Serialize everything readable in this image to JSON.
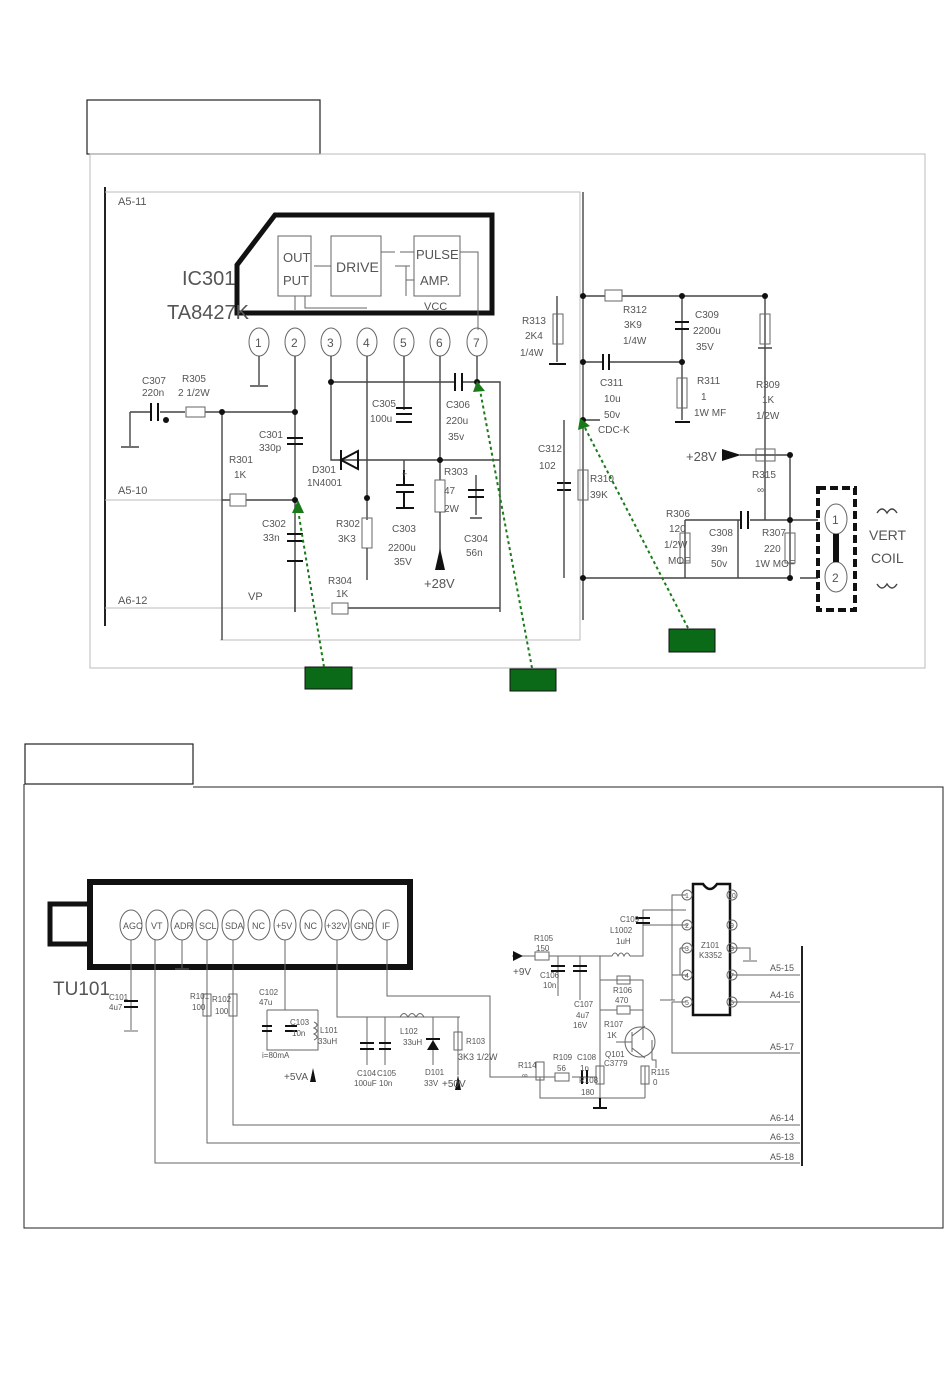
{
  "vertical": {
    "ic": {
      "ref": "IC301",
      "part": "TA8427K",
      "blocks": [
        "OUT",
        "PUT",
        "DRIVE",
        "PULSE",
        "AMP.",
        "VCC"
      ],
      "pins": [
        "1",
        "2",
        "3",
        "4",
        "5",
        "6",
        "7"
      ]
    },
    "nets": [
      "A5-11",
      "A5-10",
      "A6-12",
      "VP"
    ],
    "components": [
      {
        "ref": "C307",
        "value": "220n"
      },
      {
        "ref": "R305",
        "value": "2 1/2W"
      },
      {
        "ref": "C301",
        "value": "330p"
      },
      {
        "ref": "R301",
        "value": "1K"
      },
      {
        "ref": "C302",
        "value": "33n"
      },
      {
        "ref": "R302",
        "value": "3K3"
      },
      {
        "ref": "R304",
        "value": "1K"
      },
      {
        "ref": "D301",
        "value": "1N4001"
      },
      {
        "ref": "C305",
        "value": "100u"
      },
      {
        "ref": "C303",
        "value": "2200u",
        "rating": "35V"
      },
      {
        "ref": "R303",
        "value": "47",
        "rating": "2W"
      },
      {
        "ref": "C304",
        "value": "56n"
      },
      {
        "ref": "C306",
        "value": "220u",
        "rating": "35v"
      },
      {
        "ref": "R313",
        "value": "2K4",
        "rating": "1/4W"
      },
      {
        "ref": "R312",
        "value": "3K9",
        "rating": "1/4W"
      },
      {
        "ref": "C309",
        "value": "2200u",
        "rating": "35V"
      },
      {
        "ref": "C311",
        "value": "10u",
        "rating": "50v",
        "note": "CDC-K"
      },
      {
        "ref": "R311",
        "value": "1",
        "rating": "1W MF"
      },
      {
        "ref": "R309",
        "value": "1K",
        "rating": "1/2W"
      },
      {
        "ref": "C312",
        "value": "102"
      },
      {
        "ref": "R310",
        "value": "39K"
      },
      {
        "ref": "R315",
        "value": "∞"
      },
      {
        "ref": "R306",
        "value": "120",
        "rating": "1/2W",
        "note": "MOF"
      },
      {
        "ref": "C308",
        "value": "39n",
        "rating": "50v"
      },
      {
        "ref": "R307",
        "value": "220",
        "rating": "1W MOF"
      }
    ],
    "supply1": "+28V",
    "supply2": "+28V",
    "coil": {
      "line1": "VERT",
      "line2": "COIL",
      "pin1": "1",
      "pin2": "2"
    }
  },
  "tuner": {
    "ref": "TU101",
    "pins": [
      "AGC",
      "VT",
      "ADR",
      "SCL",
      "SDA",
      "NC",
      "+5V",
      "NC",
      "+32V",
      "GND",
      "IF"
    ],
    "components": [
      {
        "ref": "C101",
        "value": "4u7"
      },
      {
        "ref": "R101",
        "value": "100"
      },
      {
        "ref": "R102",
        "value": "100"
      },
      {
        "ref": "C102",
        "value": "47u"
      },
      {
        "ref": "C103",
        "value": "10n"
      },
      {
        "ref": "L101",
        "value": "33uH"
      },
      {
        "ref": "C104",
        "value": "100uF"
      },
      {
        "ref": "C105",
        "value": "10n"
      },
      {
        "ref": "L102",
        "value": "33uH"
      },
      {
        "ref": "D101",
        "value": "33V"
      },
      {
        "ref": "R103",
        "value": "3K3 1/2W"
      },
      {
        "ref": "R105",
        "value": "150"
      },
      {
        "ref": "C106",
        "value": "10n"
      },
      {
        "ref": "C107",
        "value": "4u7",
        "rating": "16V"
      },
      {
        "ref": "L1002",
        "value": "1uH"
      },
      {
        "ref": "C109",
        "value": ""
      },
      {
        "ref": "R106",
        "value": "470"
      },
      {
        "ref": "R107",
        "value": "1K"
      },
      {
        "ref": "R114",
        "value": "∞"
      },
      {
        "ref": "R109",
        "value": "56"
      },
      {
        "ref": "C108",
        "value": "1n"
      },
      {
        "ref": "R108",
        "value": "180"
      },
      {
        "ref": "R115",
        "value": "0"
      }
    ],
    "transistor": {
      "ref": "Q101",
      "value": "C3779"
    },
    "filter": {
      "ref": "Z101",
      "value": "K3352",
      "pins": [
        "1",
        "2",
        "3",
        "4",
        "5",
        "6",
        "7",
        "8",
        "9",
        "10"
      ]
    },
    "current_note": "i=80mA",
    "supplies": {
      "v5": "+5VA",
      "v50": "+50V",
      "v9": "+9V"
    },
    "nets": [
      "A5-15",
      "A4-16",
      "A5-17",
      "A6-14",
      "A6-13",
      "A5-18"
    ]
  },
  "colors": {
    "callout": "#0b6a17",
    "arrow": "#1a7a1a",
    "ink": "#111111"
  }
}
